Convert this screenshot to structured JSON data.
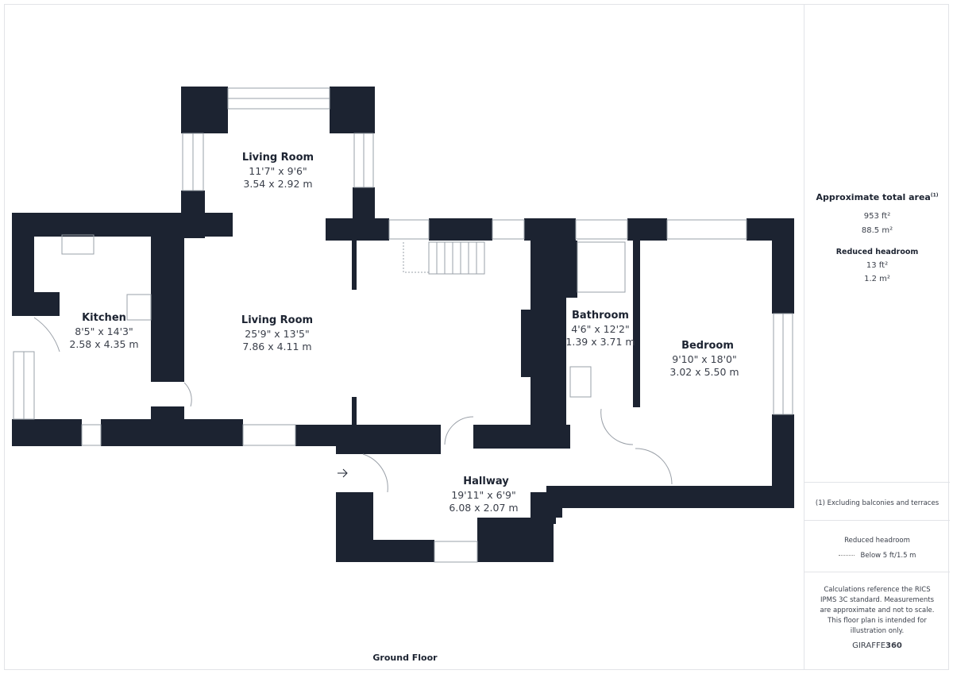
{
  "floor_label": "Ground Floor",
  "rooms": [
    {
      "name": "Living Room",
      "imperial": "11'7\" x 9'6\"",
      "metric": "3.54 x 2.92 m"
    },
    {
      "name": "Kitchen",
      "imperial": "8'5\" x 14'3\"",
      "metric": "2.58 x 4.35 m"
    },
    {
      "name": "Living Room",
      "imperial": "25'9\" x 13'5\"",
      "metric": "7.86 x 4.11 m"
    },
    {
      "name": "Bathroom",
      "imperial": "4'6\" x 12'2\"",
      "metric": "1.39 x 3.71 m"
    },
    {
      "name": "Bedroom",
      "imperial": "9'10\" x 18'0\"",
      "metric": "3.02 x 5.50 m"
    },
    {
      "name": "Hallway",
      "imperial": "19'11\" x 6'9\"",
      "metric": "6.08 x 2.07 m"
    }
  ],
  "summary": {
    "total_title": "Approximate total area",
    "total_note_marker": "(1)",
    "total_ft": "953 ft²",
    "total_m": "88.5 m²",
    "reduced_title": "Reduced headroom",
    "reduced_ft": "13 ft²",
    "reduced_m": "1.2 m²",
    "footnote": "(1) Excluding balconies and terraces",
    "legend_title": "Reduced headroom",
    "legend_item": "Below 5 ft/1.5 m",
    "disclaimer": "Calculations reference the RICS IPMS 3C standard. Measurements are approximate and not to scale. This floor plan is intended for illustration only.",
    "brand_a": "GIRAFFE",
    "brand_b": "360"
  },
  "colors": {
    "wall": "#1c2331"
  }
}
